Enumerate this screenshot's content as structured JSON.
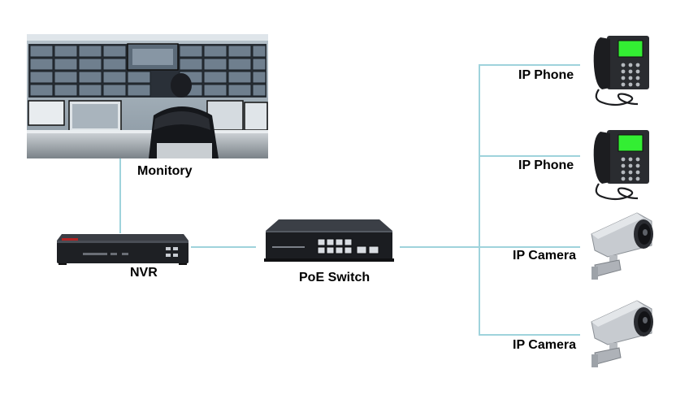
{
  "labels": {
    "monitory": "Monitory",
    "nvr": "NVR",
    "poe_switch": "PoE Switch",
    "ip_phone_1": "IP Phone",
    "ip_phone_2": "IP Phone",
    "ip_camera_1": "IP Camera",
    "ip_camera_2": "IP Camera"
  },
  "colors": {
    "wire": "#9fd3dc",
    "phone_screen": "#33ee33",
    "device_body": "#1e2024"
  },
  "icons": [
    "monitoring-room-image",
    "nvr-device",
    "poe-switch-device",
    "ip-phone-icon",
    "ip-camera-icon"
  ]
}
